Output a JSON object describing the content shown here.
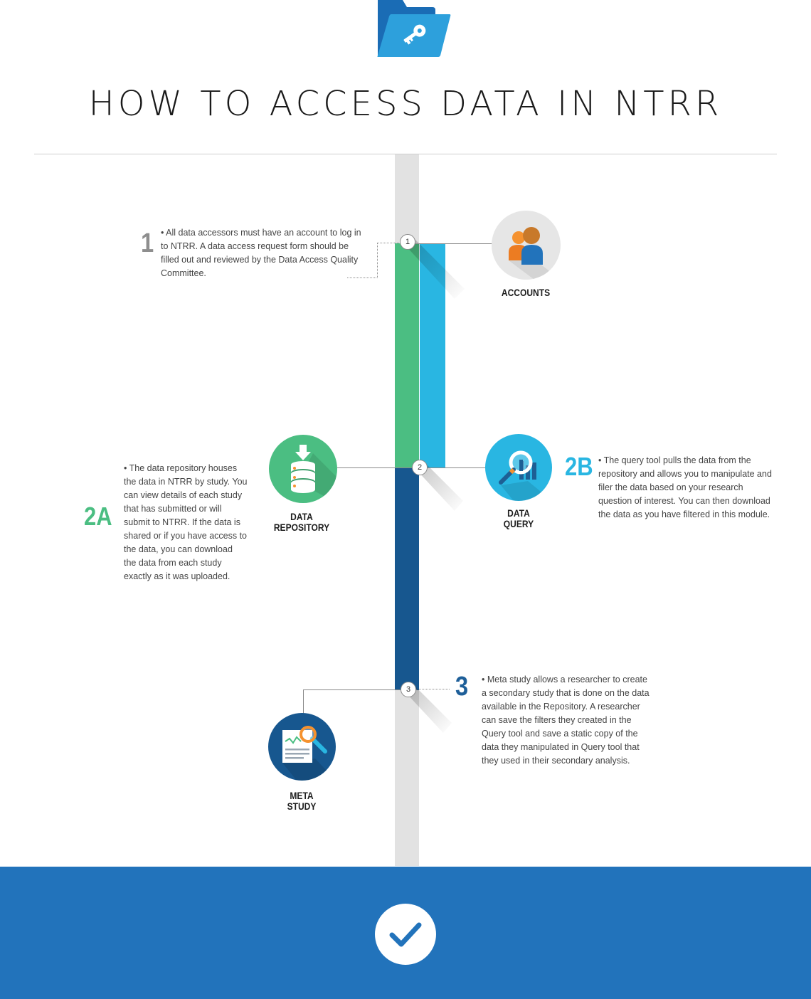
{
  "title": "HOW TO ACCESS DATA IN NTRR",
  "colors": {
    "spine": "#e2e2e2",
    "accounts_bar": "#4bbe82",
    "query_bar": "#29b6e2",
    "repository_meta_bar": "#17578f",
    "footer": "#2273bb",
    "step_1": "#8e8e8e",
    "step_2a": "#4bbe82",
    "step_2b": "#29b6e2",
    "step_3": "#1e5f99"
  },
  "steps": [
    {
      "number": "1",
      "node": "1",
      "icon": "people-icon",
      "label_lines": [
        "ACCOUNTS"
      ],
      "text_lines": [
        "• All data accessors must have an account to log in",
        "to NTRR. A data access request form should be",
        "filled out and reviewed by the Data Access Quality",
        "Committee."
      ]
    },
    {
      "number": "2A",
      "icon": "database-download-icon",
      "label_lines": [
        "DATA",
        "REPOSITORY"
      ],
      "text_lines": [
        "• The data repository houses",
        "the data in NTRR by study. You",
        "can view details of each study",
        "that has submitted or will",
        "submit to NTRR. If the data is",
        "shared or if you have access to",
        "the data, you can download",
        "the data from each study",
        "exactly as it was uploaded."
      ]
    },
    {
      "number": "2B",
      "node": "2",
      "icon": "magnifier-chart-icon",
      "label_lines": [
        "DATA",
        "QUERY"
      ],
      "text_lines": [
        "• The query tool pulls the data from the",
        "repository and allows you to manipulate and",
        "filer the data based on your research",
        "question of interest. You can then download",
        "the data as you have filtered in this module."
      ]
    },
    {
      "number": "3",
      "node": "3",
      "icon": "document-magnifier-icon",
      "label_lines": [
        "META",
        "STUDY"
      ],
      "text_lines": [
        "• Meta study allows a researcher to create",
        "a secondary study that is done on the data",
        "available in the Repository. A researcher",
        "can save the filters they created in the",
        "Query tool and save a static copy of the",
        "data they manipulated in Query tool that",
        "they used in their secondary analysis."
      ]
    }
  ],
  "header_icon": "folder-key-icon",
  "footer_icon": "checkmark-icon"
}
